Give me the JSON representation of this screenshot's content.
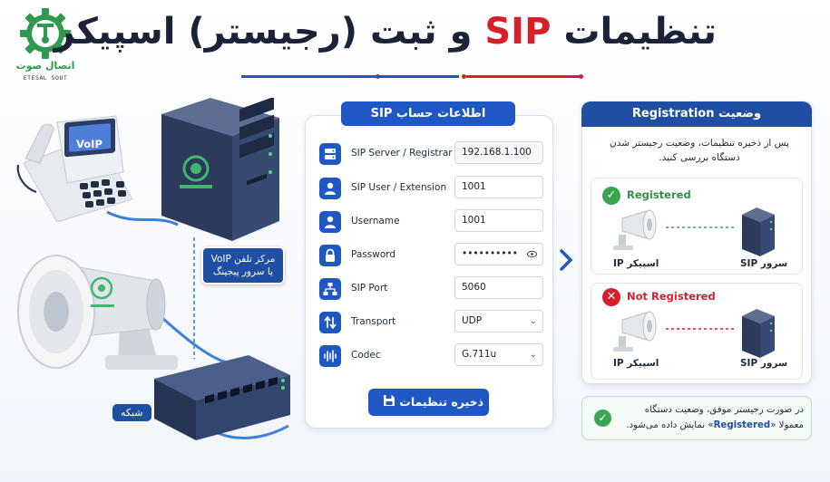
{
  "header": {
    "title_part1": "تنظیمات",
    "title_sip": "SIP",
    "title_part2": "و ثبت (رجیستر) اسپیکر",
    "logo_text_fa": "اتصال صوت",
    "logo_text_en": "ETESAL SOUT"
  },
  "illustration": {
    "phone_screen_text": "VoIP",
    "voip_label": "مرکز تلفن VoIP یا سرور پیجینگ",
    "network_label": "شبکه"
  },
  "sip_panel": {
    "title": "اطلاعات حساب SIP",
    "fields": [
      {
        "label": "SIP Server / Registrar",
        "value": "192.168.1.100",
        "icon": "server-icon"
      },
      {
        "label": "SIP User / Extension",
        "value": "1001",
        "icon": "user-icon"
      },
      {
        "label": "Username",
        "value": "1001",
        "icon": "user-icon"
      },
      {
        "label": "Password",
        "value": "••••••••••",
        "icon": "lock-icon"
      },
      {
        "label": "SIP Port",
        "value": "5060",
        "icon": "network-icon"
      },
      {
        "label": "Transport",
        "value": "UDP",
        "icon": "transport-arrows-icon"
      },
      {
        "label": "Codec",
        "value": "G.711u",
        "icon": "audio-wave-icon"
      }
    ],
    "save_button": "ذخیره تنظیمات"
  },
  "registration_panel": {
    "title": "وضعیت Registration",
    "description": "پس از ذخیره تنظیمات، وضعیت رجیستر شدن دستگاه بررسی کنید.",
    "registered": {
      "status": "Registered",
      "speaker_label": "اسپیکر IP",
      "server_label": "سرور SIP"
    },
    "not_registered": {
      "status": "Not Registered",
      "speaker_label": "اسپیکر IP",
      "server_label": "سرور SIP"
    },
    "note_line1": "در صورت رجیستر موفق، وضعیت دستگاه",
    "note_line2_pre": "معمولا «",
    "note_line2_reg": "Registered",
    "note_line2_post": "» نمایش داده می‌شود."
  },
  "colors": {
    "primary_blue": "#1f57c3",
    "dark_blue": "#1f4ea3",
    "accent_red": "#d71f2a",
    "success_green": "#3aa54e",
    "logo_green": "#2f9a4f"
  }
}
